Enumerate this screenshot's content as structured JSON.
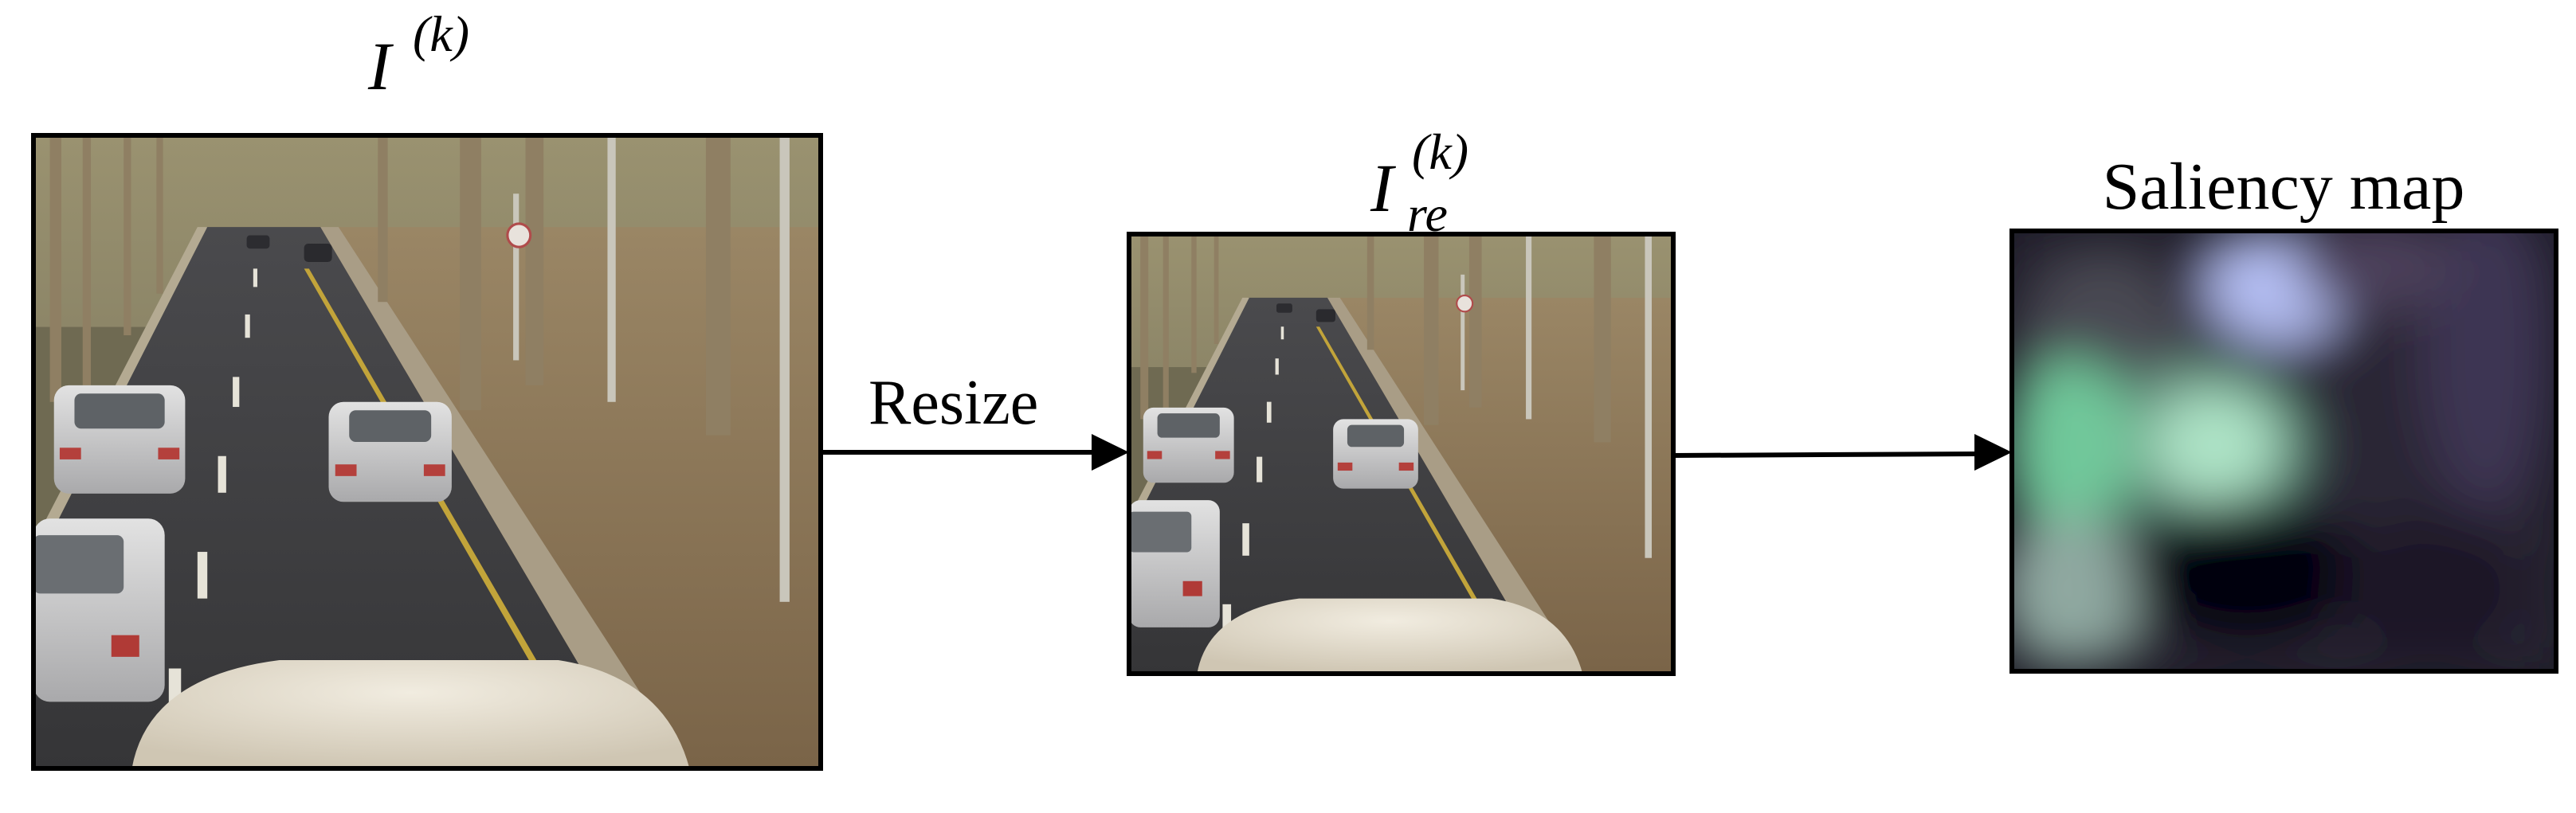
{
  "labels": {
    "input_symbol": "I",
    "input_superscript": "(k)",
    "resized_symbol": "I",
    "resized_superscript": "(k)",
    "resized_subscript": "re",
    "resize_step": "Resize",
    "output_title": "Saliency map"
  },
  "images": {
    "input": "road scene with cars",
    "resized": "road scene with cars",
    "output": "saliency map"
  },
  "colors": {
    "road": "#3d3d3f",
    "sky_trees": "#7c7560",
    "dirt": "#8a7458",
    "car_silver": "#c8c8c8",
    "saliency_dark": "#0f0e18",
    "saliency_green": "#6fc79a",
    "saliency_blue": "#b5bff4"
  }
}
